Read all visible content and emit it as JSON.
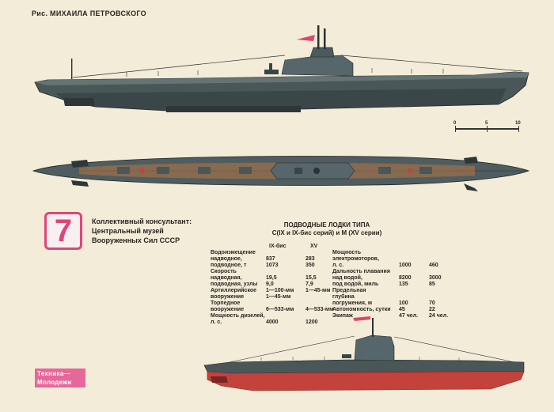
{
  "credit": "Рис. МИХАИЛА ПЕТРОВСКОГО",
  "scale": {
    "labels": [
      "0",
      "5",
      "10"
    ]
  },
  "badge": {
    "number": "7"
  },
  "consultant": {
    "lines": [
      "Коллективный консультант:",
      "Центральный музей",
      "Вооруженных Сил СССР"
    ]
  },
  "table": {
    "title_lines": [
      "ПОДВОДНЫЕ ЛОДКИ ТИПА",
      "С(IX и IX-бис серий) и М (XV серии)"
    ],
    "columns": [
      "IX-бис",
      "XV"
    ],
    "left_rows": [
      {
        "label": "Водоизмещение",
        "a": "",
        "b": ""
      },
      {
        "label": "   надводное,",
        "a": "837",
        "b": "283"
      },
      {
        "label": "   подводное, т",
        "a": "1073",
        "b": "350"
      },
      {
        "label": "Скорость",
        "a": "",
        "b": ""
      },
      {
        "label": "   надводная,",
        "a": "19,5",
        "b": "15,5"
      },
      {
        "label": "   подводная, узлы",
        "a": "9,0",
        "b": "7,9"
      },
      {
        "label": "Артиллерийское",
        "a": "1—100-мм",
        "b": "1—45-мм"
      },
      {
        "label": "   вооружение",
        "a": "1—45-мм",
        "b": ""
      },
      {
        "label": "Торпедное",
        "a": "",
        "b": ""
      },
      {
        "label": "   вооружение",
        "a": "6—533-мм",
        "b": "4—533-мм"
      },
      {
        "label": "Мощность дизелей,",
        "a": "",
        "b": ""
      },
      {
        "label": "   л. с.",
        "a": "4000",
        "b": "1200"
      }
    ],
    "right_rows": [
      {
        "label": "Мощность",
        "a": "",
        "b": ""
      },
      {
        "label": "электромоторов,",
        "a": "",
        "b": ""
      },
      {
        "label": "л. с.",
        "a": "1000",
        "b": "460"
      },
      {
        "label": "Дальность плавания",
        "a": "",
        "b": ""
      },
      {
        "label": "   над водой,",
        "a": "8200",
        "b": "3000"
      },
      {
        "label": "   под водой, миль",
        "a": "135",
        "b": "85"
      },
      {
        "label": "Предельная",
        "a": "",
        "b": ""
      },
      {
        "label": "   глубина",
        "a": "",
        "b": ""
      },
      {
        "label": "   погружения, м",
        "a": "100",
        "b": "70"
      },
      {
        "label": "Автономность, сутки",
        "a": "45",
        "b": "22"
      },
      {
        "label": "Экипаж",
        "a": "47 чел.",
        "b": "24 чел."
      }
    ]
  },
  "logo": {
    "lines": [
      "Техника—",
      "Молодежи"
    ]
  },
  "colors": {
    "paper": "#f3ecd8",
    "hull_dark": "#3d4a4d",
    "hull_mid": "#5a6a6c",
    "deck_brown": "#8a6a4e",
    "red_hull": "#c4423c",
    "accent_pink": "#e0457a",
    "flag": "#e0456a"
  }
}
